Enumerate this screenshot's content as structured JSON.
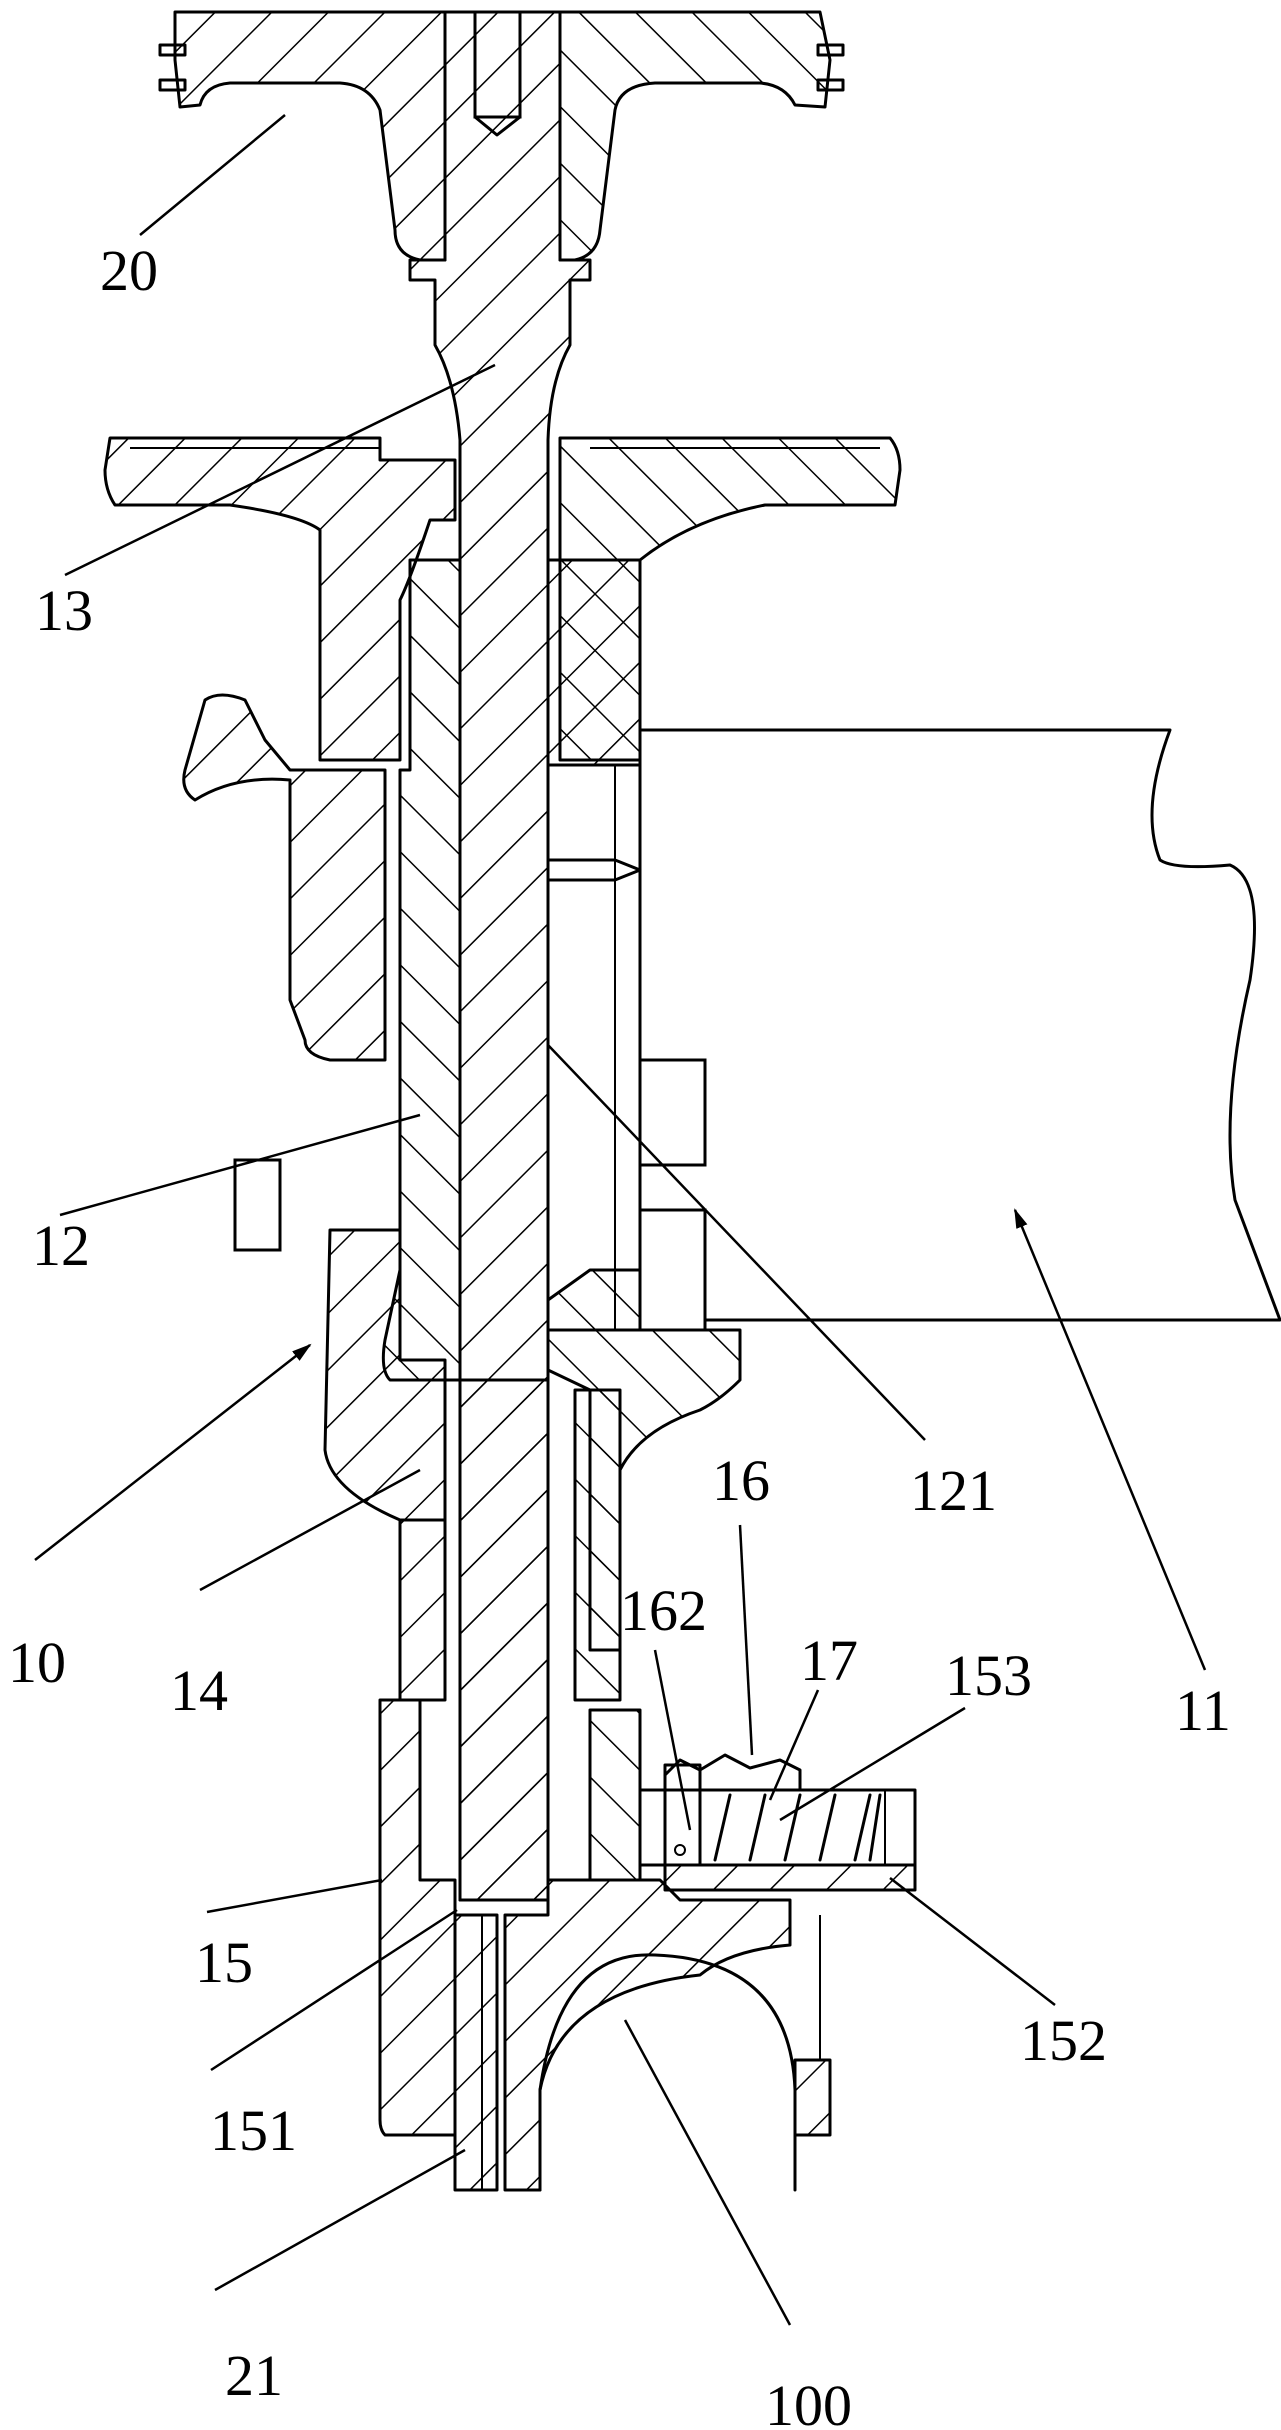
{
  "figure": {
    "type": "patent cross-section drawing",
    "reference_numerals": [
      {
        "id": "20",
        "text": "20"
      },
      {
        "id": "13",
        "text": "13"
      },
      {
        "id": "12",
        "text": "12"
      },
      {
        "id": "10",
        "text": "10"
      },
      {
        "id": "14",
        "text": "14"
      },
      {
        "id": "15",
        "text": "15"
      },
      {
        "id": "151",
        "text": "151"
      },
      {
        "id": "21",
        "text": "21"
      },
      {
        "id": "100",
        "text": "100"
      },
      {
        "id": "121",
        "text": "121"
      },
      {
        "id": "11",
        "text": "11"
      },
      {
        "id": "16",
        "text": "16"
      },
      {
        "id": "162",
        "text": "162"
      },
      {
        "id": "17",
        "text": "17"
      },
      {
        "id": "153",
        "text": "153"
      },
      {
        "id": "152",
        "text": "152"
      }
    ]
  },
  "colors": {
    "line": "#000000",
    "background": "#ffffff"
  }
}
